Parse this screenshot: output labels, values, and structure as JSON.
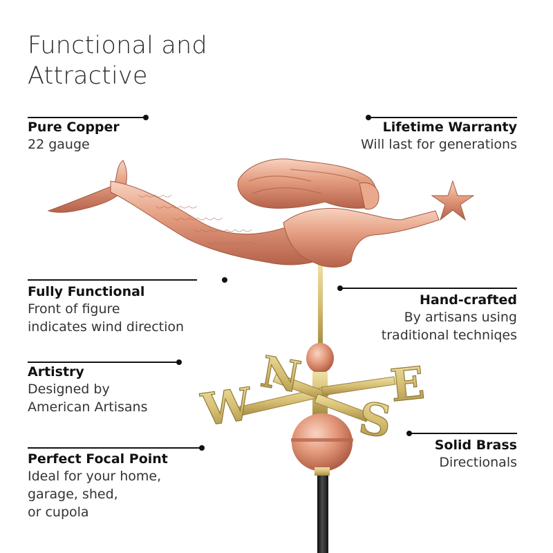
{
  "title": {
    "line1": "Functional and",
    "line2": "Attractive"
  },
  "features": {
    "pure_copper": {
      "heading": "Pure Copper",
      "lines": [
        "22 gauge"
      ]
    },
    "lifetime_warranty": {
      "heading": "Lifetime Warranty",
      "lines": [
        "Will last for generations"
      ]
    },
    "fully_functional": {
      "heading": "Fully Functional",
      "lines": [
        "Front of figure",
        "indicates wind direction"
      ]
    },
    "hand_crafted": {
      "heading": "Hand-crafted",
      "lines": [
        "By artisans using",
        "traditional techniqes"
      ]
    },
    "artistry": {
      "heading": "Artistry",
      "lines": [
        "Designed by",
        "American Artisans"
      ]
    },
    "solid_brass": {
      "heading": "Solid Brass",
      "lines": [
        "Directionals"
      ]
    },
    "focal_point": {
      "heading": "Perfect Focal Point",
      "lines": [
        "Ideal for your home,",
        "garage, shed,",
        "or cupola"
      ]
    }
  },
  "directionals": {
    "north": "N",
    "south": "S",
    "east": "E",
    "west": "W"
  },
  "colors": {
    "copper": "#e29a7c",
    "copper_dark": "#b8664a",
    "copper_light": "#f6c9b4",
    "brass": "#d8c27a",
    "brass_dark": "#a48e45",
    "rod": "#1f1f1f"
  }
}
